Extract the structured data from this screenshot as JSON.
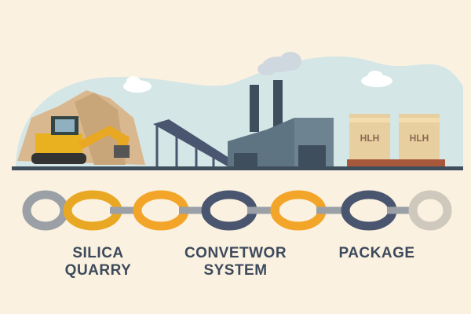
{
  "stages": [
    {
      "line1": "SILICA",
      "line2": "QUARRY"
    },
    {
      "line1": "CONVETWOR",
      "line2": "SYSTEM"
    },
    {
      "line1": "PACKAGE",
      "line2": ""
    }
  ],
  "box_logo": "HLH",
  "colors": {
    "background": "#fbf1e0",
    "sky": "#d4e6e6",
    "yellow": "#e9a823",
    "orange": "#f2a528",
    "navy": "#4a5670",
    "gray": "#9aa0a6",
    "factory": "#5f7482"
  }
}
